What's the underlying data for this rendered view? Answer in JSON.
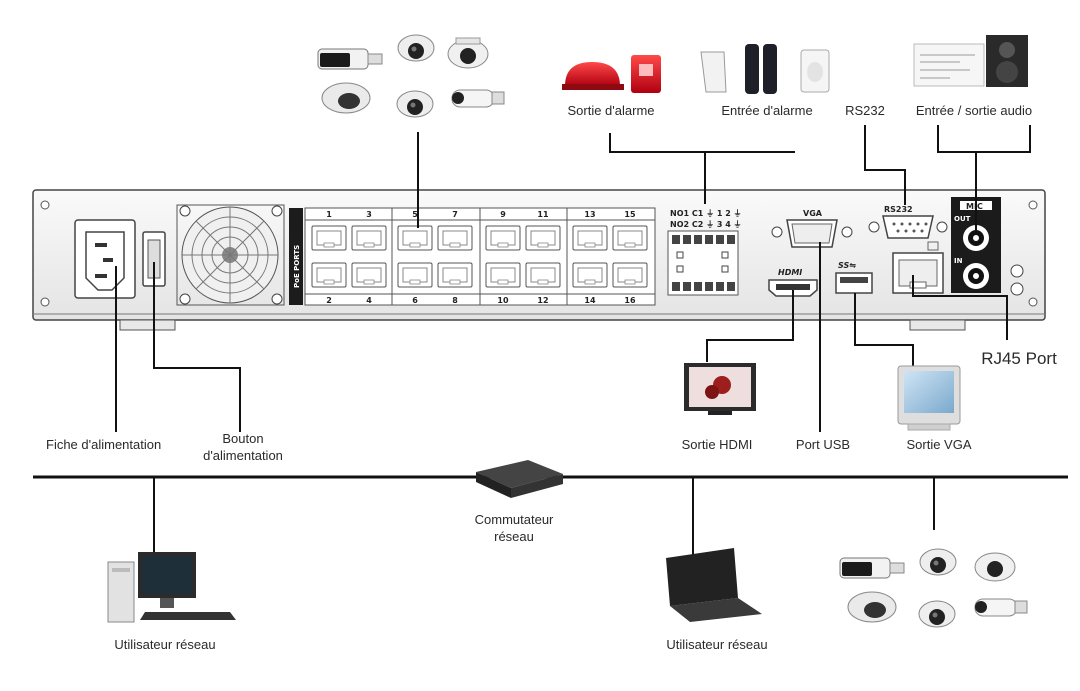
{
  "labels": {
    "fiche_alimentation": "Fiche d'alimentation",
    "bouton_line1": "Bouton",
    "bouton_line2": "d'alimentation",
    "sortie_alarme": "Sortie d'alarme",
    "entree_alarme": "Entrée d'alarme",
    "rs232": "RS232",
    "entree_sortie_audio": "Entrée / sortie audio",
    "rj45_port": "RJ45 Port",
    "sortie_hdmi": "Sortie HDMI",
    "port_usb": "Port USB",
    "sortie_vga": "Sortie VGA",
    "commutateur_line1": "Commutateur",
    "commutateur_line2": "réseau",
    "utilisateur_reseau_desktop": "Utilisateur réseau",
    "utilisateur_reseau_laptop": "Utilisateur réseau"
  },
  "panel": {
    "poe_ports_label": "PoE PORTS",
    "port_numbers_top": [
      "1",
      "3",
      "5",
      "7",
      "9",
      "11",
      "13",
      "15"
    ],
    "port_numbers_bottom": [
      "2",
      "4",
      "6",
      "8",
      "10",
      "12",
      "14",
      "16"
    ],
    "alarm_header_top": "NO1 C1 ⏚ 1 2 ⏚",
    "alarm_header_bottom": "NO2 C2 ⏚ 3 4 ⏚",
    "vga_label": "VGA",
    "hdmi_label": "HDMI",
    "usb_label": "SS⇋",
    "rs232_panel_label": "RS232",
    "mic_label": "MIC",
    "out_label": "OUT",
    "in_label": "IN"
  },
  "icons": [
    "camera-cluster-icon",
    "alarm-siren-icon",
    "alarm-sensor-icon",
    "audio-speaker-icon",
    "monitor-icon",
    "vga-monitor-icon",
    "network-switch-icon",
    "desktop-pc-icon",
    "laptop-icon"
  ],
  "colors": {
    "line": "#111111",
    "chassis": "#f4f4f4",
    "siren": "#d8141c"
  }
}
